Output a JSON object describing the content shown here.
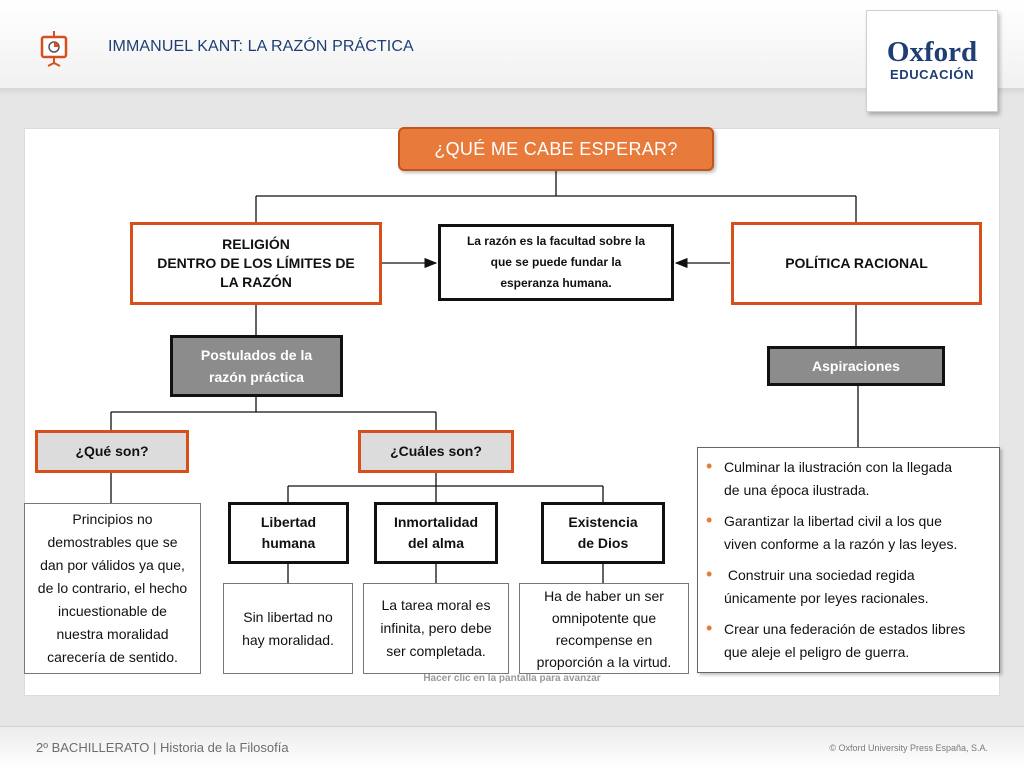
{
  "header": {
    "title": "IMMANUEL KANT: LA RAZÓN PRÁCTICA",
    "icon": "presentation-board-icon",
    "logo": {
      "brand": "Oxford",
      "sub": "EDUCACIÓN"
    }
  },
  "colors": {
    "accent_orange": "#e87a3c",
    "border_orange": "#d6501e",
    "title_blue": "#1f3e73",
    "gray_box": "#8c8c8c"
  },
  "diagram": {
    "top_question": "¿QUÉ ME CABE ESPERAR?",
    "religion": [
      "RELIGIÓN",
      "DENTRO DE LOS LÍMITES DE",
      "LA RAZÓN"
    ],
    "center_box": [
      "La razón es la facultad sobre la",
      "que se puede fundar la",
      "esperanza humana."
    ],
    "politica": "POLÍTICA RACIONAL",
    "postulados": [
      "Postulados de la",
      "razón práctica"
    ],
    "aspiraciones": "Aspiraciones",
    "que_son": "¿Qué son?",
    "cuales_son": "¿Cuáles son?",
    "principios": [
      "Principios no",
      "demostrables que se",
      "dan por válidos ya que,",
      "de lo contrario, el hecho",
      "incuestionable de",
      "nuestra moralidad",
      "carecería de sentido."
    ],
    "libertad": [
      "Libertad",
      "humana"
    ],
    "inmortalidad": [
      "Inmortalidad",
      "del alma"
    ],
    "existencia": [
      "Existencia",
      "de Dios"
    ],
    "libertad_desc": [
      "Sin libertad no",
      "hay moralidad."
    ],
    "inmortalidad_desc": [
      "La tarea moral es",
      "infinita, pero debe",
      "ser completada."
    ],
    "existencia_desc": [
      "Ha de haber un ser",
      "omnipotente que",
      "recompense en",
      "proporción a la virtud."
    ],
    "aspiraciones_list": [
      [
        "Culminar la ilustración con la llegada",
        "de una época ilustrada."
      ],
      [
        "Garantizar la libertad civil a los que",
        "viven conforme a la razón y las leyes."
      ],
      [
        " Construir una sociedad regida",
        "únicamente por leyes racionales."
      ],
      [
        "Crear una federación de estados libres",
        "que aleje el peligro de guerra."
      ]
    ]
  },
  "click_hint": "Hacer clic en la pantalla para avanzar",
  "footer": {
    "left": "2º BACHILLERATO | Historia de la Filosofía",
    "right": "© Oxford University Press España, S.A."
  }
}
